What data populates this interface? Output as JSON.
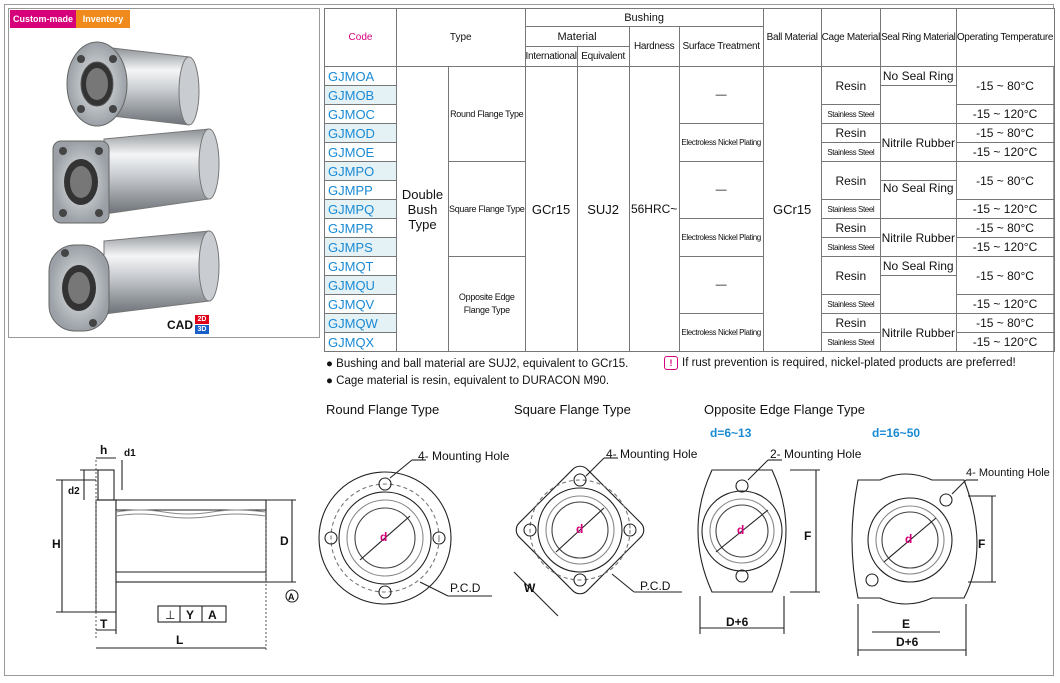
{
  "badges": {
    "custom": "Custom-made",
    "inventory": "Inventory"
  },
  "cad": {
    "label": "CAD",
    "d2": "2D",
    "d3": "3D"
  },
  "table": {
    "headers": {
      "code": "Code",
      "type": "Type",
      "bushing": "Bushing",
      "material": "Material",
      "international": "International",
      "equivalent": "Equivalent",
      "hardness": "Hardness",
      "surface": "Surface Treatment",
      "ball": "Ball Material",
      "cage": "Cage Material",
      "seal": "Seal Ring Material",
      "temp": "Operating Temperature"
    },
    "codes": [
      "GJMOA",
      "GJMOB",
      "GJMOC",
      "GJMOD",
      "GJMOE",
      "GJMPO",
      "GJMPP",
      "GJMPQ",
      "GJMPR",
      "GJMPS",
      "GJMQT",
      "GJMQU",
      "GJMQV",
      "GJMQW",
      "GJMQX"
    ],
    "type_main": "Double Bush Type",
    "type_round": "Round Flange Type",
    "type_square": "Square Flange Type",
    "type_opposite": "Opposite Edge Flange Type",
    "international": "GCr15",
    "equivalent": "SUJ2",
    "hardness": "56HRC~",
    "ball": "GCr15",
    "dash": "—",
    "enp": "Electroless Nickel Plating",
    "resin": "Resin",
    "stainless": "Stainless Steel",
    "no_seal": "No Seal Ring",
    "nitrile": "Nitrile Rubber",
    "t80": "-15 ~ 80°C",
    "t120": "-15 ~ 120°C"
  },
  "notes": {
    "n1": "Bushing and ball material are SUJ2, equivalent to GCr15.",
    "n2": "Cage material is resin, equivalent to DURACON M90.",
    "n3": "If rust prevention is required, nickel-plated products are preferred!",
    "warn_icon": "warning-icon"
  },
  "drawings": {
    "round_title": "Round Flange Type",
    "square_title": "Square Flange Type",
    "opposite_title": "Opposite Edge Flange Type",
    "range1": "d=6~13",
    "range2": "d=16~50",
    "mh4": "4- Mounting Hole",
    "mh2": "2- Mounting Hole",
    "pcd": "P.C.D",
    "d": "d",
    "D": "D",
    "H": "H",
    "L": "L",
    "T": "T",
    "W": "W",
    "F": "F",
    "E": "E",
    "D6": "D+6",
    "h": "h",
    "d1": "d1",
    "d2": "d2",
    "A": "A",
    "perp": "⊥",
    "Y": "Y"
  }
}
